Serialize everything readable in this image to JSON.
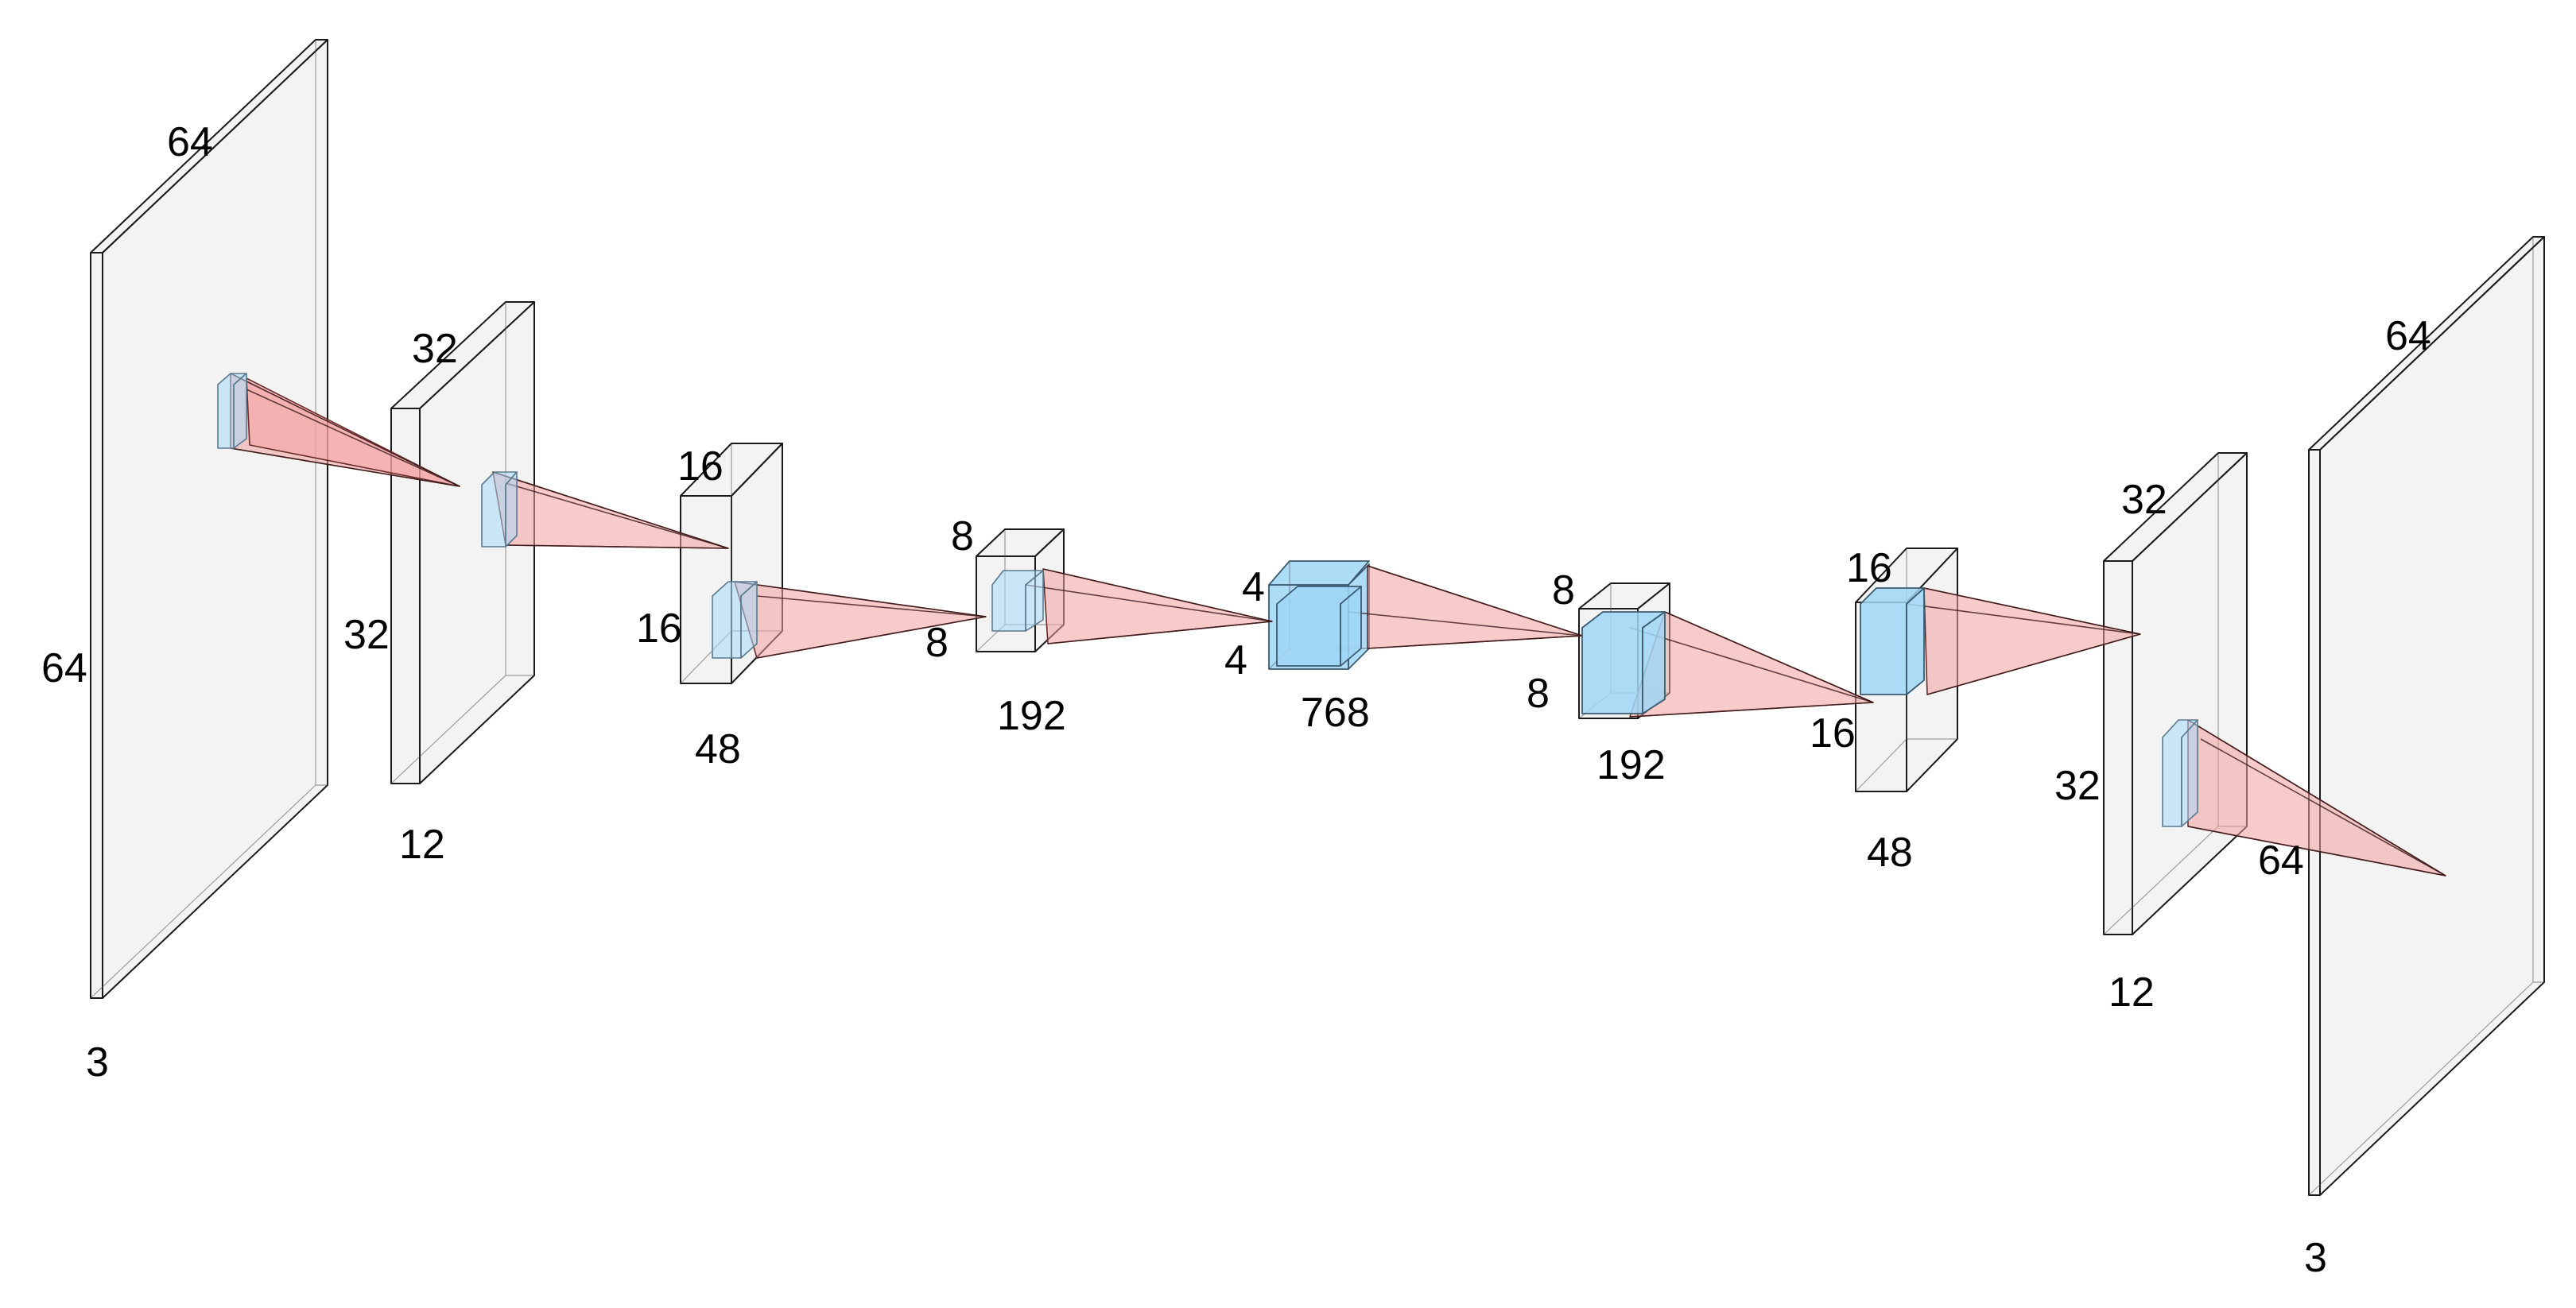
{
  "layers": [
    {
      "id": "input",
      "depth": "3",
      "height": "64",
      "width": "64"
    },
    {
      "id": "enc1",
      "depth": "12",
      "height": "32",
      "width": "32"
    },
    {
      "id": "enc2",
      "depth": "48",
      "height": "16",
      "width": "16"
    },
    {
      "id": "enc3",
      "depth": "192",
      "height": "8",
      "width": "8"
    },
    {
      "id": "bottleneck",
      "depth": "768",
      "height": "4",
      "width": "4"
    },
    {
      "id": "dec1",
      "depth": "192",
      "height": "8",
      "width": "8"
    },
    {
      "id": "dec2",
      "depth": "48",
      "height": "16",
      "width": "16"
    },
    {
      "id": "dec3",
      "depth": "12",
      "height": "32",
      "width": "32"
    },
    {
      "id": "output",
      "depth": "3",
      "height": "64",
      "width": "64"
    }
  ],
  "colors": {
    "layer_face": "#ebebeb",
    "kernel": "#a8d8f5",
    "connection": "#f3a0a0",
    "outline": "#1a1a1a"
  }
}
